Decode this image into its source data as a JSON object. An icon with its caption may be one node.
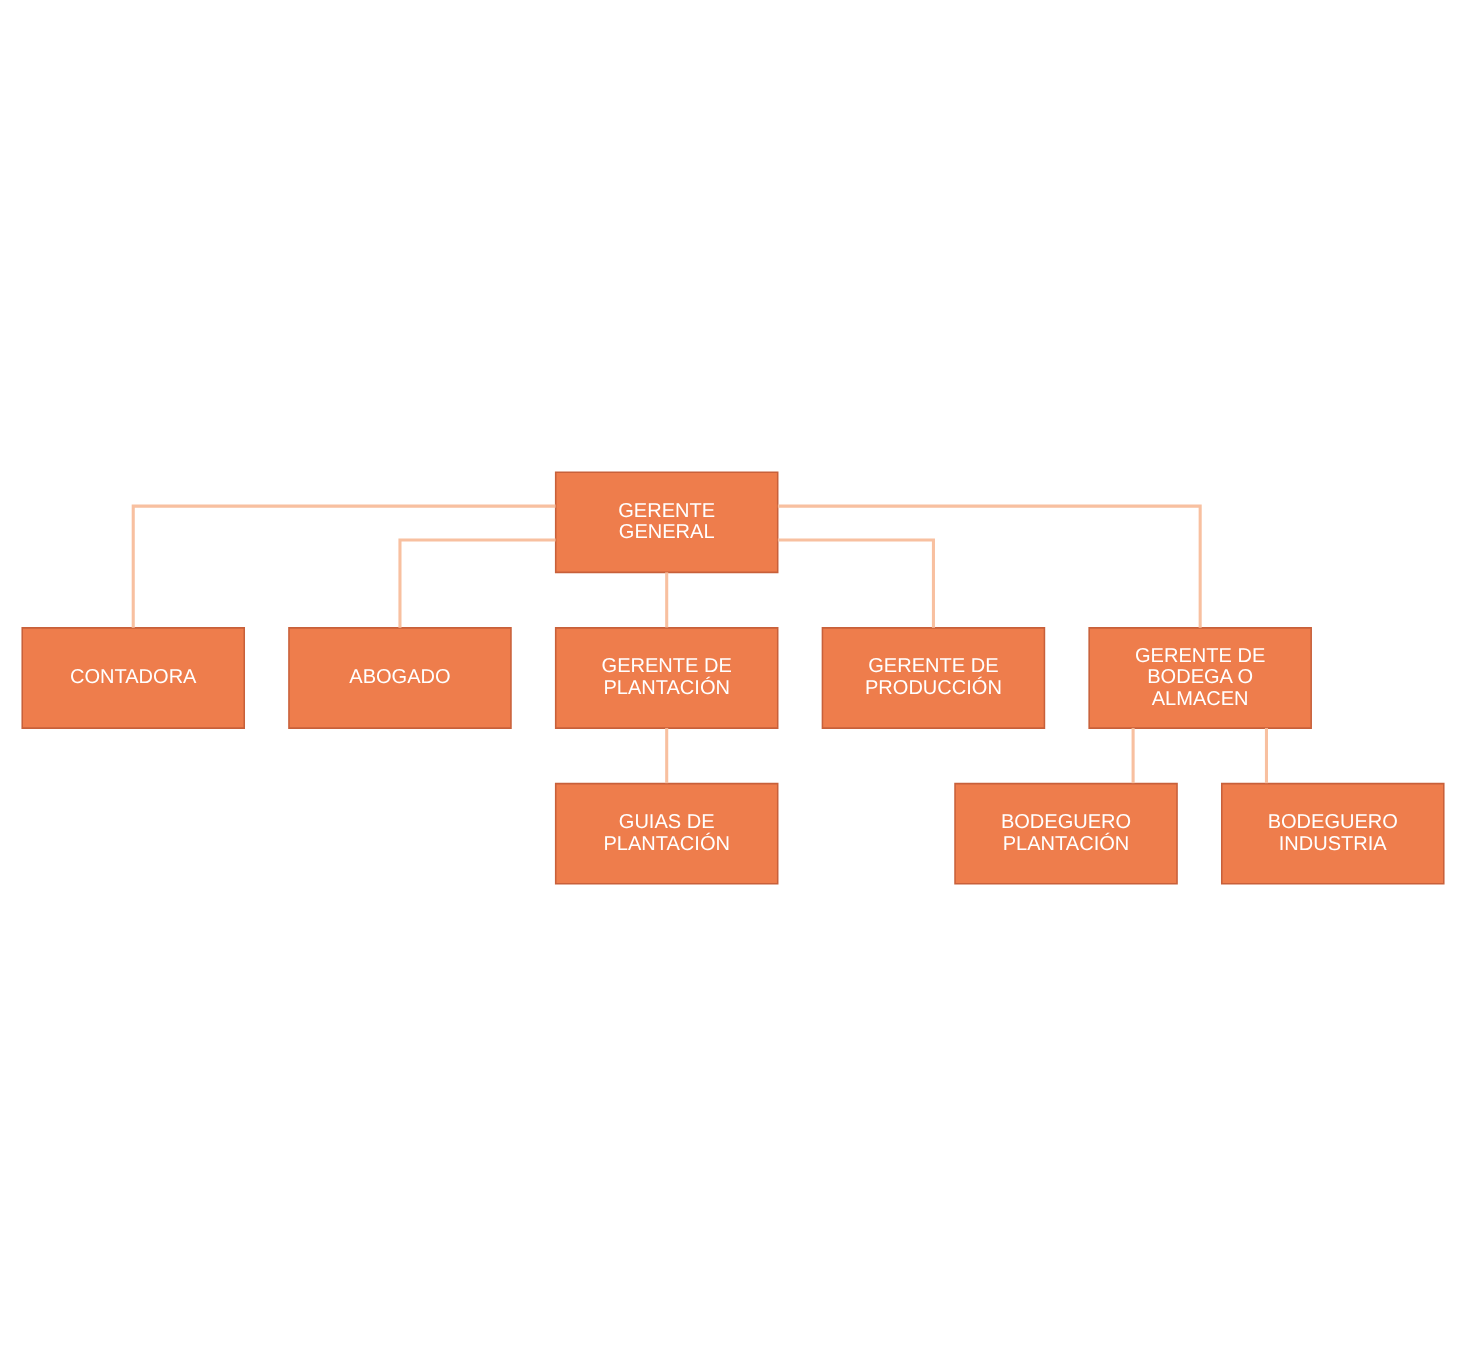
{
  "diagram": {
    "nodes": [
      {
        "text": [
          "GERENTE GENERAL"
        ]
      },
      {
        "text": [
          "CONTADORA"
        ]
      },
      {
        "text": [
          "ABOGADO"
        ]
      },
      {
        "text": [
          "GERENTE DE PLANTACIÓN"
        ]
      },
      {
        "text": [
          "GERENTE DE PRODUCCIÓN"
        ]
      },
      {
        "text": [
          "GERENTE DE BODEGA O ALMACEN"
        ]
      },
      {
        "text": [
          "GUIAS DE PLANTACIÓN"
        ]
      },
      {
        "text": [
          "BODEGUERO PLANTACIÓN"
        ]
      },
      {
        "text": [
          "BODEGUERO INDUSTRIA"
        ]
      }
    ],
    "edges": [
      {
        "from": 0,
        "to": 1,
        "arrow": "none"
      },
      {
        "from": 0,
        "to": 2,
        "arrow": "none"
      },
      {
        "from": 0,
        "to": 3,
        "arrow": "none"
      },
      {
        "from": 0,
        "to": 4,
        "arrow": "none"
      },
      {
        "from": 0,
        "to": 5,
        "arrow": "none"
      },
      {
        "from": 3,
        "to": 6,
        "arrow": "none"
      },
      {
        "from": 5,
        "to": 7,
        "arrow": "none"
      },
      {
        "from": 5,
        "to": 8,
        "arrow": "none"
      }
    ]
  }
}
